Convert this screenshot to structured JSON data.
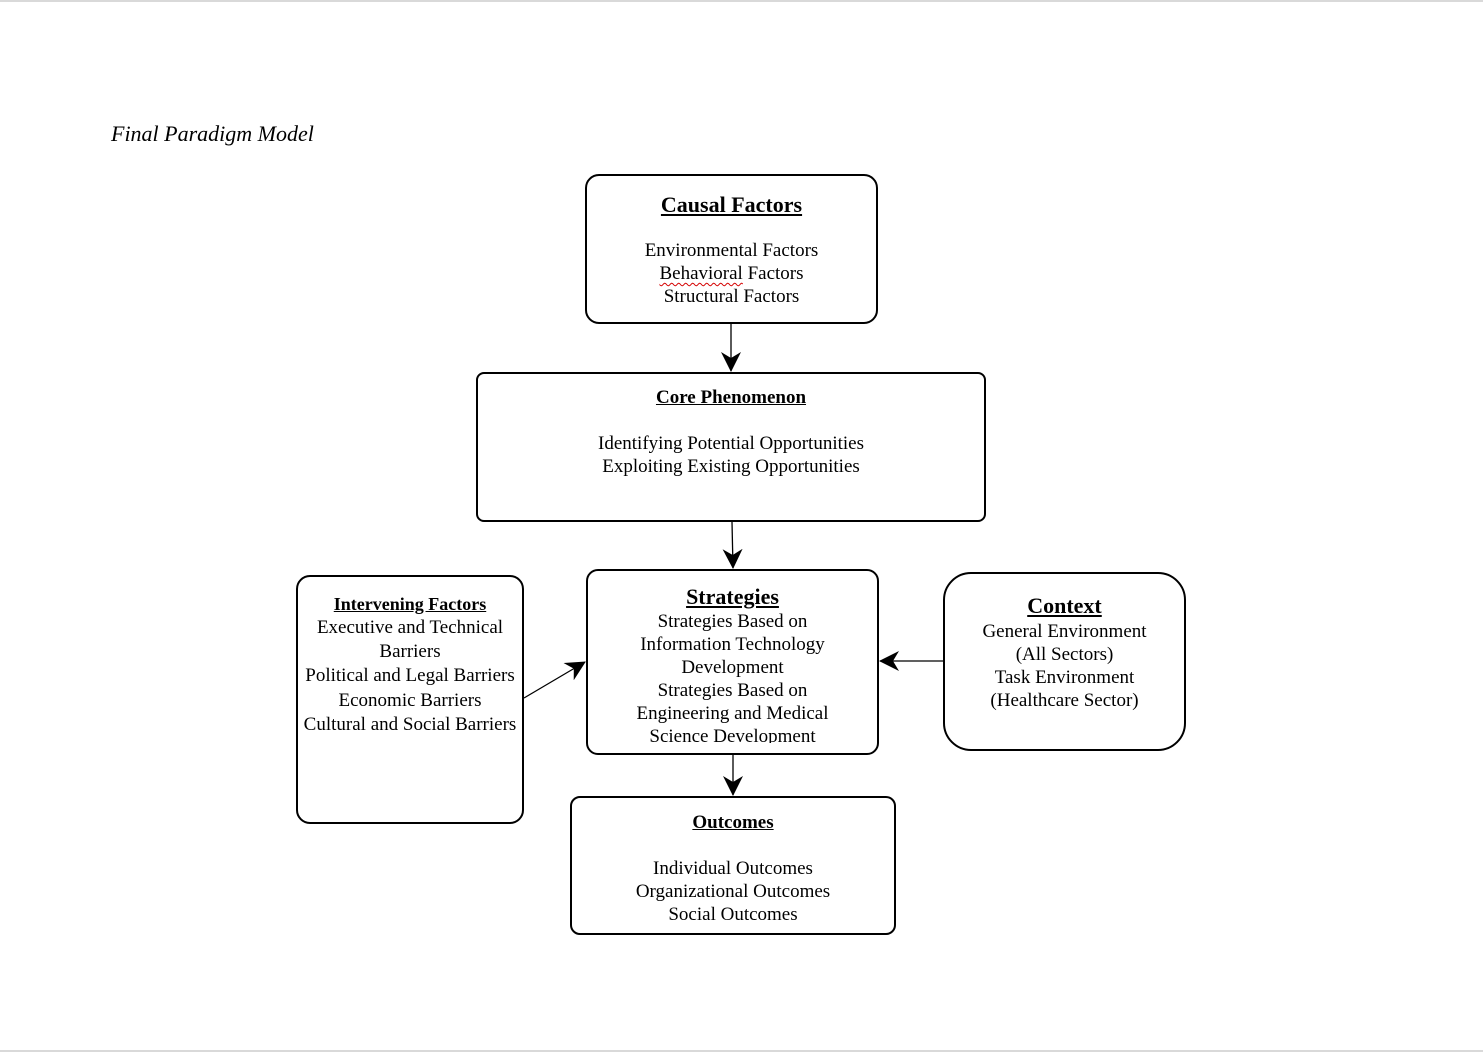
{
  "title": "Final Paradigm Model",
  "causal_factors": {
    "heading": "Causal Factors",
    "items": [
      "Environmental Factors",
      "Behavioral",
      "Factors",
      "Structural Factors"
    ]
  },
  "core_phenomenon": {
    "heading": "Core Phenomenon",
    "items": [
      "Identifying Potential Opportunities",
      "Exploiting Existing Opportunities"
    ]
  },
  "strategies": {
    "heading": "Strategies",
    "items": [
      "Strategies Based on",
      "Information Technology",
      "Development",
      "Strategies Based on",
      "Engineering and Medical",
      "Science Development"
    ]
  },
  "intervening_factors": {
    "heading": "Intervening Factors",
    "items": [
      "Executive and Technical Barriers",
      "Political and Legal Barriers",
      "Economic Barriers",
      "Cultural and Social Barriers"
    ]
  },
  "context": {
    "heading": "Context",
    "items": [
      "General Environment",
      "(All Sectors)",
      "Task Environment",
      "(Healthcare Sector)"
    ]
  },
  "outcomes": {
    "heading": "Outcomes",
    "items": [
      "Individual Outcomes",
      "Organizational Outcomes",
      "Social Outcomes"
    ]
  }
}
